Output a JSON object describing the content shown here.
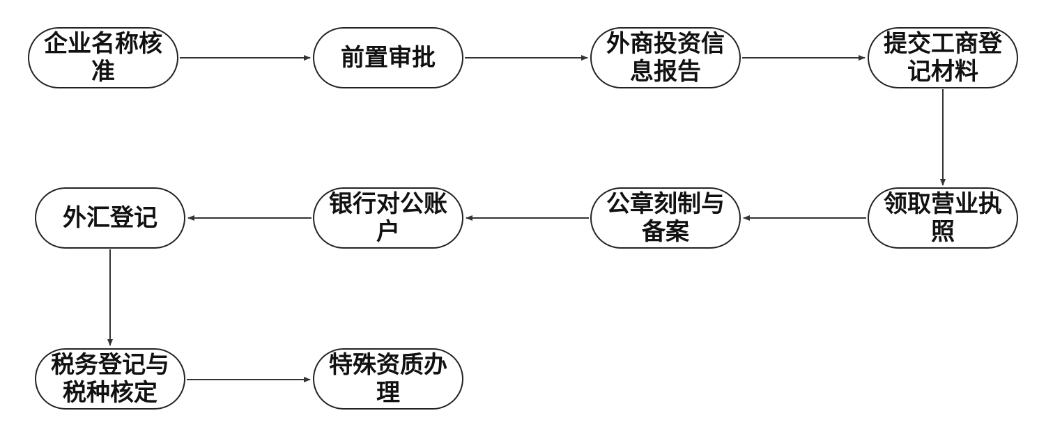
{
  "diagram": {
    "nodes": [
      {
        "id": "n1",
        "label": "企业名称核准"
      },
      {
        "id": "n2",
        "label": "前置审批"
      },
      {
        "id": "n3",
        "label": "外商投资信息报告"
      },
      {
        "id": "n4",
        "label": "提交工商登记材料"
      },
      {
        "id": "n5",
        "label": "领取营业执照"
      },
      {
        "id": "n6",
        "label": "公章刻制与备案"
      },
      {
        "id": "n7",
        "label": "银行对公账户"
      },
      {
        "id": "n8",
        "label": "外汇登记"
      },
      {
        "id": "n9",
        "label": "税务登记与税种核定"
      },
      {
        "id": "n10",
        "label": "特殊资质办理"
      }
    ],
    "edges": [
      [
        "n1",
        "n2"
      ],
      [
        "n2",
        "n3"
      ],
      [
        "n3",
        "n4"
      ],
      [
        "n4",
        "n5"
      ],
      [
        "n5",
        "n6"
      ],
      [
        "n6",
        "n7"
      ],
      [
        "n7",
        "n8"
      ],
      [
        "n8",
        "n9"
      ],
      [
        "n9",
        "n10"
      ]
    ],
    "colors": {
      "stroke": "#222222",
      "fill": "#ffffff"
    }
  }
}
